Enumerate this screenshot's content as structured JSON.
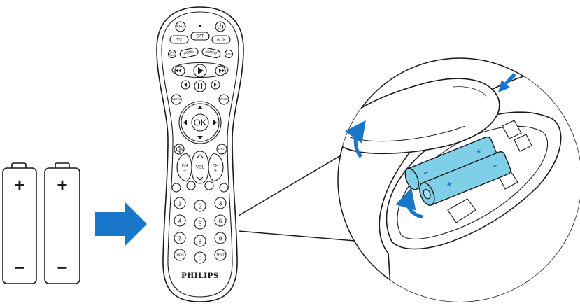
{
  "colors": {
    "accent_blue": "#1877c9",
    "battery_blue": "#7fcfe9",
    "outline": "#1a1a1a"
  },
  "batteries": {
    "plus": "+",
    "minus": "−"
  },
  "remote": {
    "brand": "PHILIPS",
    "buttons": {
      "input": "INPUT",
      "tv": "TV",
      "sat": "SAT",
      "aux": "AUX",
      "home": "HOME",
      "smart": "SMART",
      "menu": "MENU",
      "back": "BACK",
      "last": "LAST",
      "info": "INFO",
      "text": "TEXT",
      "ok": "OK",
      "ch": "CH",
      "vol": "VOL"
    },
    "icons": {
      "power": "power-icon",
      "mute": "mute-icon",
      "play": "play-icon",
      "pause": "pause-icon"
    },
    "digits": [
      "1",
      "2",
      "3",
      "4",
      "5",
      "6",
      "7",
      "8",
      "9",
      "0"
    ]
  },
  "detail": {
    "plus": "+",
    "minus": "−"
  }
}
